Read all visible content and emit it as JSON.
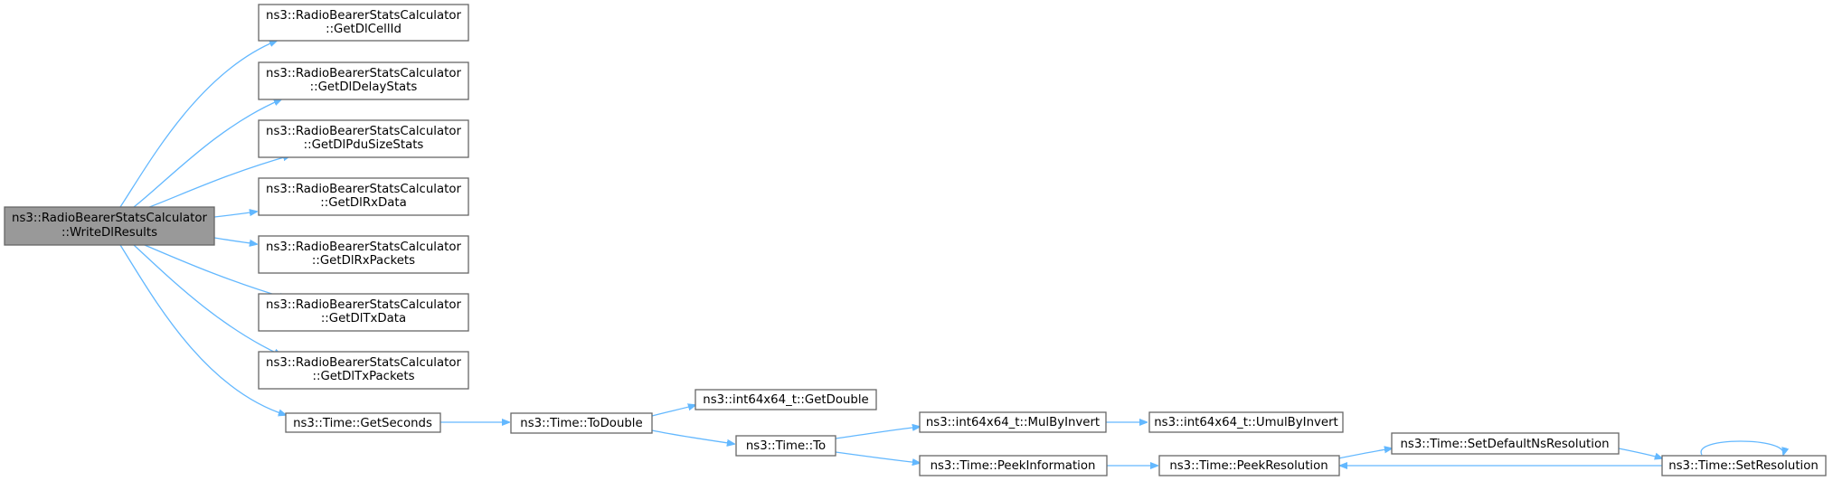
{
  "graph": {
    "root": {
      "line1": "ns3::RadioBearerStatsCalculator",
      "line2": "::WriteDlResults"
    },
    "nodes": {
      "cellid": {
        "line1": "ns3::RadioBearerStatsCalculator",
        "line2": "::GetDlCellId"
      },
      "delay": {
        "line1": "ns3::RadioBearerStatsCalculator",
        "line2": "::GetDlDelayStats"
      },
      "pdu": {
        "line1": "ns3::RadioBearerStatsCalculator",
        "line2": "::GetDlPduSizeStats"
      },
      "rxdata": {
        "line1": "ns3::RadioBearerStatsCalculator",
        "line2": "::GetDlRxData"
      },
      "rxpkts": {
        "line1": "ns3::RadioBearerStatsCalculator",
        "line2": "::GetDlRxPackets"
      },
      "txdata": {
        "line1": "ns3::RadioBearerStatsCalculator",
        "line2": "::GetDlTxData"
      },
      "txpkts": {
        "line1": "ns3::RadioBearerStatsCalculator",
        "line2": "::GetDlTxPackets"
      },
      "getseconds": {
        "label": "ns3::Time::GetSeconds"
      },
      "todouble": {
        "label": "ns3::Time::ToDouble"
      },
      "getdouble": {
        "label": "ns3::int64x64_t::GetDouble"
      },
      "to": {
        "label": "ns3::Time::To"
      },
      "mulbyinvert": {
        "label": "ns3::int64x64_t::MulByInvert"
      },
      "umulbyinvert": {
        "label": "ns3::int64x64_t::UmulByInvert"
      },
      "peekinfo": {
        "label": "ns3::Time::PeekInformation"
      },
      "peekres": {
        "label": "ns3::Time::PeekResolution"
      },
      "setdefault": {
        "label": "ns3::Time::SetDefaultNsResolution"
      },
      "setres": {
        "label": "ns3::Time::SetResolution"
      }
    },
    "edge_color": "#63b8ff",
    "root_fill": "#999999"
  }
}
